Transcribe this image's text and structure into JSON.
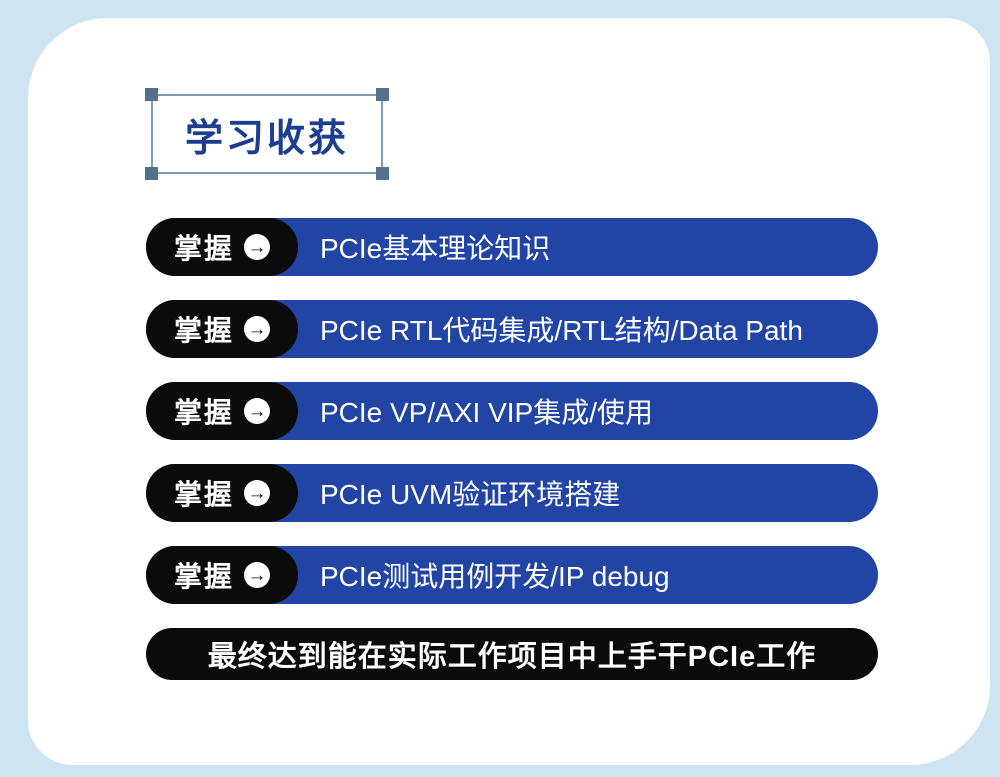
{
  "page": {
    "title": "学习收获",
    "colors": {
      "background": "#cfe4f1",
      "card": "#ffffff",
      "pill_blue": "#2144a5",
      "pill_black": "#0b0b0b",
      "title_text": "#1d3e8e",
      "row_text": "#ffffff"
    }
  },
  "icons": {
    "arrow_right": "→"
  },
  "rows": [
    {
      "tag": "掌握",
      "text": "PCIe基本理论知识"
    },
    {
      "tag": "掌握",
      "text": "PCIe RTL代码集成/RTL结构/Data Path"
    },
    {
      "tag": "掌握",
      "text": "PCIe VP/AXI VIP集成/使用"
    },
    {
      "tag": "掌握",
      "text": "PCIe UVM验证环境搭建"
    },
    {
      "tag": "掌握",
      "text": "PCIe测试用例开发/IP debug"
    }
  ],
  "footer": {
    "text": "最终达到能在实际工作项目中上手干PCIe工作"
  }
}
